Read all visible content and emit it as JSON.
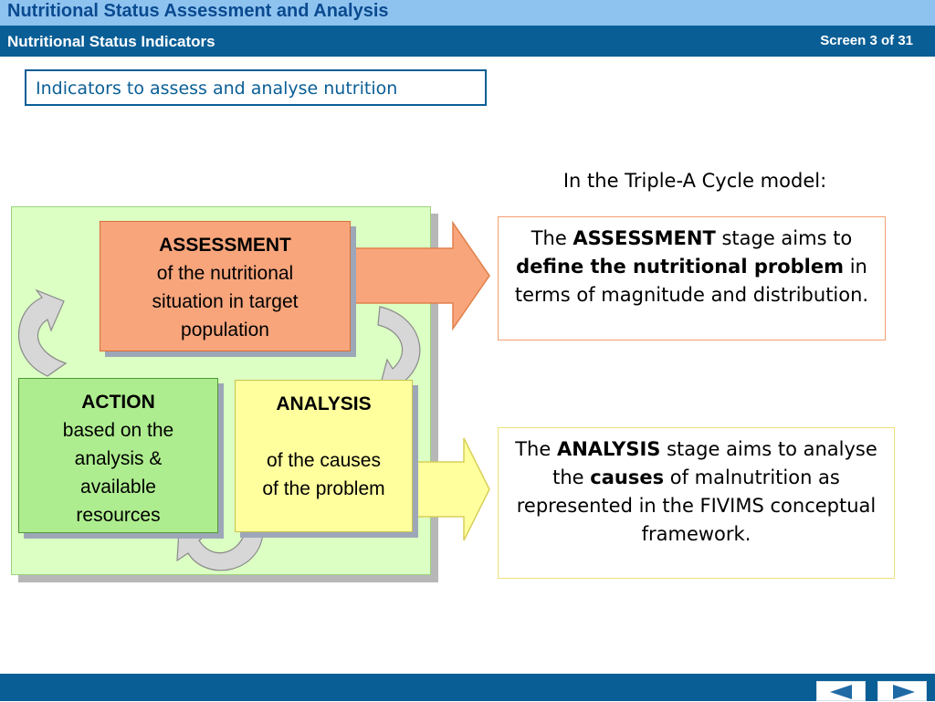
{
  "header": {
    "title": "Nutritional Status Assessment and Analysis",
    "subtitle": "Nutritional Status Indicators",
    "screen_counter": "Screen 3 of 31"
  },
  "main": {
    "heading": "Indicators to assess and analyse nutrition",
    "model_intro": "In the Triple-A Cycle model:",
    "cycle": {
      "assessment": {
        "title": "ASSESSMENT",
        "lines": [
          "of the nutritional",
          "situation in target",
          "population"
        ]
      },
      "action": {
        "title": "ACTION",
        "lines": [
          "based on the",
          "analysis &",
          "available",
          "resources"
        ]
      },
      "analysis": {
        "title": "ANALYSIS",
        "lines": [
          "of the causes",
          "of the problem"
        ]
      }
    },
    "assessment_info": {
      "p1": "The ",
      "b1": "ASSESSMENT",
      "p2": " stage aims to ",
      "b2": "define the nutritional problem",
      "p3": " in terms of magnitude and distribution."
    },
    "analysis_info": {
      "p1": "The ",
      "b1": "ANALYSIS",
      "p2": " stage aims to analyse the ",
      "b2": "causes",
      "p3": " of malnutrition as represented in the FIVIMS conceptual framework."
    }
  },
  "colors": {
    "header_light": "#8ec3f0",
    "header_dark": "#0a5e96",
    "assessment": "#f8a57c",
    "action": "#aeed8f",
    "analysis": "#ffff9e",
    "panel": "#dcffc4"
  },
  "navigation": {
    "prev_icon": "triangle-left-icon",
    "next_icon": "triangle-right-icon"
  }
}
